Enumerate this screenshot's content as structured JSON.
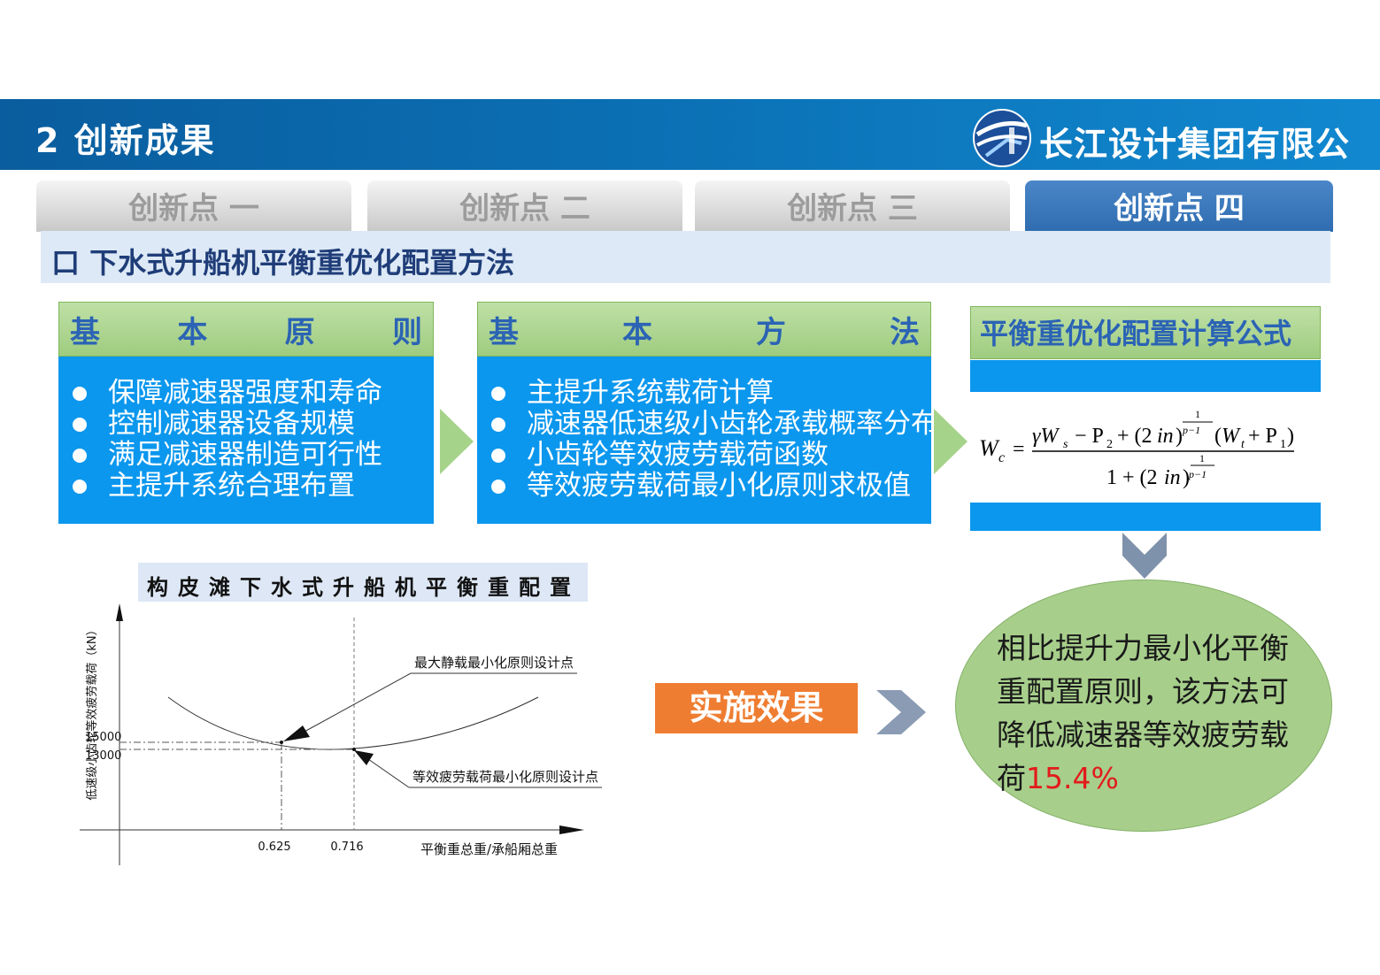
{
  "header": {
    "title": "2  创新成果",
    "company": "长江设计集团有限公司",
    "bg_color": "#0b6fb3"
  },
  "tabs": [
    {
      "label": "创新点 一",
      "active": false
    },
    {
      "label": "创新点 二",
      "active": false
    },
    {
      "label": "创新点 三",
      "active": false
    },
    {
      "label": "创新点 四",
      "active": true
    }
  ],
  "subtitle": "口 下水式升船机平衡重优化配置方法",
  "principles": {
    "title_chars": [
      "基",
      "本",
      "原",
      "则"
    ],
    "items": [
      "保障减速器强度和寿命",
      "控制减速器设备规模",
      "满足减速器制造可行性",
      "主提升系统合理布置"
    ]
  },
  "methods": {
    "title_chars": [
      "基",
      "本",
      "方",
      "法"
    ],
    "items": [
      "主提升系统载荷计算",
      "减速器低速级小齿轮承载概率分布",
      "小齿轮等效疲劳载荷函数",
      "等效疲劳载荷最小化原则求极值"
    ]
  },
  "formula": {
    "title": "平衡重优化配置计算公式"
  },
  "chart_data": {
    "type": "line",
    "title": "构皮滩下水式升船机平衡重配置",
    "xlabel": "平衡重总重/承船厢总重",
    "ylabel": "低速级小齿轮等效疲劳载荷（kN）",
    "x_ticks": [
      "0.625",
      "0.716"
    ],
    "y_ticks": [
      "15000",
      "13000"
    ],
    "points": [
      {
        "x": 0.625,
        "y": 15000,
        "label": "最大静载最小化原则设计点"
      },
      {
        "x": 0.716,
        "y": 13000,
        "label": "等效疲劳载荷最小化原则设计点"
      }
    ]
  },
  "effect": {
    "button": "实施效果",
    "result_text": "相比提升力最小化平衡重配置原则，该方法可降低减速器等效疲劳载荷",
    "result_pct": "15.4%",
    "accent": "#ef7d31",
    "highlight": "#e21b1b"
  }
}
